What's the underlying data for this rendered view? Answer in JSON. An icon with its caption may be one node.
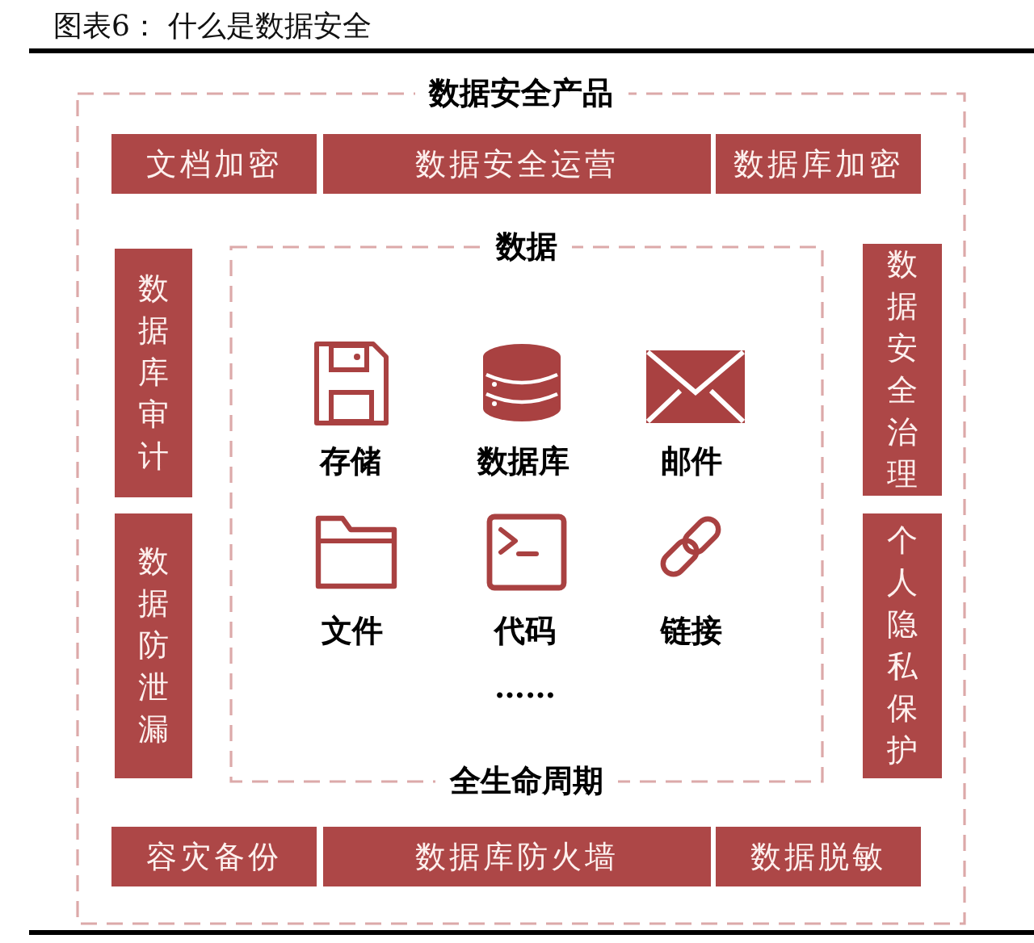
{
  "diagram": {
    "title": "图表6： 什么是数据安全",
    "nodes": [
      {
        "text": [
          "数据安全产品"
        ]
      },
      {
        "text": [
          "文档加密"
        ],
        "in": 0
      },
      {
        "text": [
          "数据安全运营"
        ],
        "in": 0
      },
      {
        "text": [
          "数据库加密"
        ],
        "in": 0
      },
      {
        "text": [
          "数据库审计"
        ],
        "in": 0
      },
      {
        "text": [
          "数据防泄漏"
        ],
        "in": 0
      },
      {
        "text": [
          "数据",
          "全生命周期"
        ],
        "in": 0
      },
      {
        "text": [
          "数据安全治理"
        ],
        "in": 0
      },
      {
        "text": [
          "个人隐私保护"
        ],
        "in": 0
      },
      {
        "text": [
          "容灾备份"
        ],
        "in": 0
      },
      {
        "text": [
          "数据库防火墙"
        ],
        "in": 0
      },
      {
        "text": [
          "数据脱敏"
        ],
        "in": 0
      }
    ],
    "labels": [
      "存储",
      "数据库",
      "邮件",
      "文件",
      "代码",
      "链接",
      "……"
    ]
  }
}
